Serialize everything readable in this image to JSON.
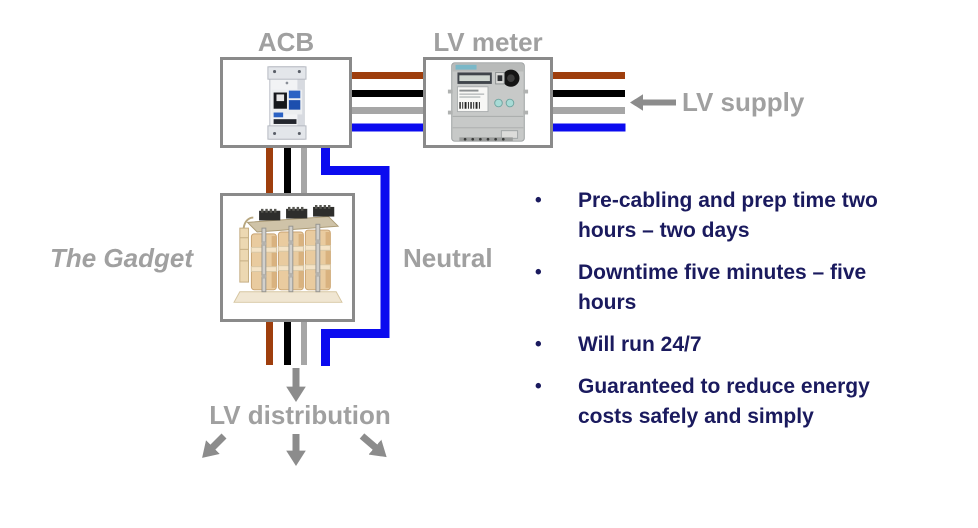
{
  "slide": {
    "background": "#FFFFFF"
  },
  "diagram": {
    "labels": {
      "acb": "ACB",
      "lv_meter": "LV meter",
      "lv_supply": "LV supply",
      "the_gadget": "The Gadget",
      "neutral": "Neutral",
      "lv_distribution": "LV distribution"
    },
    "components": {
      "acb_image": "air-circuit-breaker",
      "lv_meter_image": "electricity-meter",
      "gadget_image": "three-phase-choke-transformer"
    },
    "colors": {
      "wire_brown": "#9E3E0D",
      "wire_black": "#000000",
      "wire_gray": "#A6A6A6",
      "wire_blue": "#0B0BEF",
      "box_border": "#8A8A8A",
      "label_gray": "#A0A0A0",
      "arrow_gray": "#8C8C8C",
      "bullet_navy": "#1A1A5E"
    }
  },
  "bullets": {
    "marker": "•",
    "items": [
      "Pre-cabling and prep time two hours – two days",
      "Downtime five minutes – five hours",
      "Will run 24/7",
      "Guaranteed to reduce energy costs safely and simply"
    ]
  }
}
